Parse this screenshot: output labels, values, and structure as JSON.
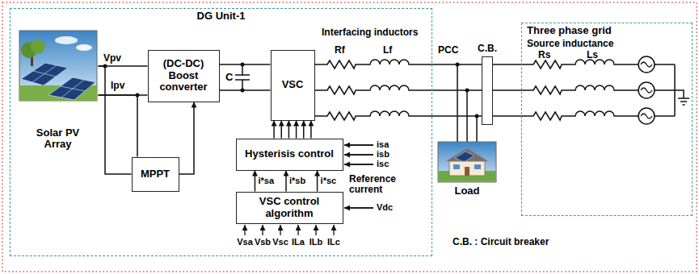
{
  "diagram": {
    "nodes": [
      {
        "text": [
          "DG Unit-1"
        ]
      },
      {
        "text": [
          "Solar PV Array"
        ],
        "in": 0
      },
      {
        "text": [
          "(DC-DC) Boost converter"
        ],
        "in": 0
      },
      {
        "text": [
          "VSC"
        ],
        "in": 0
      },
      {
        "text": [
          "MPPT"
        ],
        "in": 0
      },
      {
        "text": [
          "Hysterisis control"
        ],
        "in": 0
      },
      {
        "text": [
          "VSC control algorithm"
        ],
        "in": 0
      },
      {
        "text": [
          "Load"
        ]
      },
      {
        "text": [
          "C.B."
        ]
      },
      {
        "text": [
          "Three phase grid"
        ]
      }
    ],
    "edges": [
      {
        "from": 1,
        "to": 2,
        "arrow": "none"
      },
      {
        "from": 1,
        "to": 2,
        "arrow": "none"
      },
      {
        "from": 1,
        "to": 4,
        "arrow": "none"
      },
      {
        "from": 1,
        "to": 4,
        "arrow": "none"
      },
      {
        "from": 4,
        "to": 2,
        "arrow": "to"
      },
      {
        "from": 2,
        "to": 3,
        "arrow": "none"
      },
      {
        "from": 2,
        "to": 3,
        "arrow": "none"
      },
      {
        "from": 3,
        "to": 8,
        "arrow": "none"
      },
      {
        "from": 3,
        "to": 8,
        "arrow": "none"
      },
      {
        "from": 3,
        "to": 8,
        "arrow": "none"
      },
      {
        "from": 8,
        "to": 9,
        "arrow": "none"
      },
      {
        "from": 8,
        "to": 9,
        "arrow": "none"
      },
      {
        "from": 8,
        "to": 9,
        "arrow": "none"
      },
      {
        "from": 5,
        "to": 3,
        "arrow": "to"
      },
      {
        "from": 5,
        "to": 3,
        "arrow": "to"
      },
      {
        "from": 5,
        "to": 3,
        "arrow": "to"
      },
      {
        "from": 5,
        "to": 3,
        "arrow": "to"
      },
      {
        "from": 5,
        "to": 3,
        "arrow": "to"
      },
      {
        "from": 5,
        "to": 3,
        "arrow": "to"
      },
      {
        "from": 6,
        "to": 5,
        "arrow": "to",
        "label": "i*sa"
      },
      {
        "from": 6,
        "to": 5,
        "arrow": "to",
        "label": "i*sb"
      },
      {
        "from": 6,
        "to": 5,
        "arrow": "to",
        "label": "i*sc"
      }
    ],
    "labels": [
      "Vpv",
      "Ipv",
      "C",
      "Interfacing inductors",
      "Rf",
      "Lf",
      "PCC",
      "Source inductance",
      "Rs",
      "Ls",
      "isa",
      "isb",
      "isc",
      "Reference current",
      "Vdc",
      "Vsa",
      "Vsb",
      "Vsc",
      "ILa",
      "ILb",
      "ILc",
      "C.B. : Circuit breaker"
    ]
  }
}
